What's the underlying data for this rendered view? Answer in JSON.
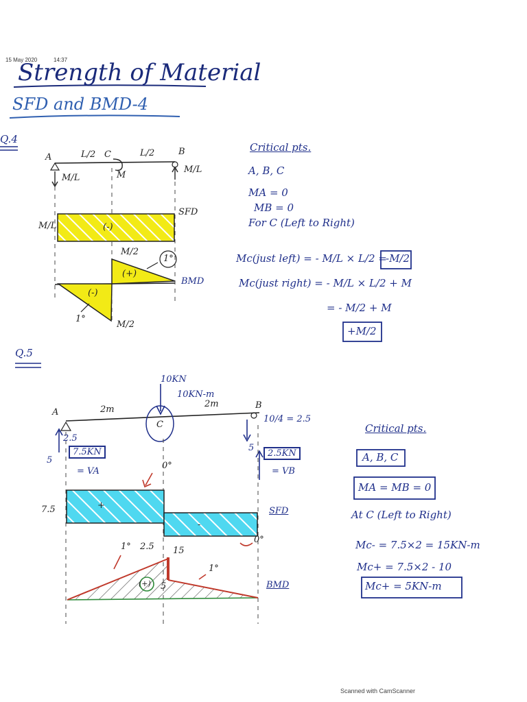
{
  "header": {
    "date": "15 May 2020",
    "time": "14:37",
    "title": "Strength of Material",
    "subtitle": "SFD and BMD-4"
  },
  "q4": {
    "label": "Q.4",
    "beam": {
      "point_a": "A",
      "point_b": "B",
      "point_c": "C",
      "span_left": "L/2",
      "span_right": "L/2",
      "moment": "M",
      "reaction_a": "M/L",
      "reaction_b": "M/L"
    },
    "sfd": {
      "name": "SFD",
      "value": "M/L",
      "sign": "(-)"
    },
    "bmd": {
      "name": "BMD",
      "top_value": "M/2",
      "bottom_value": "M/2",
      "pos_sign": "(+)",
      "neg_sign": "(-)",
      "degree_top": "1°",
      "degree_bottom": "1°"
    },
    "notes": {
      "heading": "Critical pts.",
      "points": "A, B, C",
      "ma": "MA = 0",
      "mb": "MB = 0",
      "for_c": "For C (Left to Right)",
      "mc_left": "Mc(just left) = - M/L × L/2 =",
      "mc_left_result": "-M/2",
      "mc_right": "Mc(just right) = - M/L × L/2 + M",
      "mc_right_step": "= - M/2 + M",
      "mc_right_result": "+M/2"
    }
  },
  "q5": {
    "label": "Q.5",
    "beam": {
      "point_a": "A",
      "point_b": "B",
      "point_c": "C",
      "span_left": "2m",
      "span_right": "2m",
      "point_load": "10KN",
      "moment": "10KN-m",
      "ra_value": "2.5",
      "ra_total": "7.5KN",
      "ra_name": "= VA",
      "ra_side": "5",
      "rb_value": "2.5",
      "rb_total": "2.5KN",
      "rb_name": "= VB",
      "rb_side": "5",
      "rb_calc": "10/4 = 2.5"
    },
    "sfd": {
      "name": "SFD",
      "left_value": "7.5",
      "pos_sign": "+",
      "neg_sign": "-",
      "degree_top": "0°",
      "degree_bottom": "0°"
    },
    "bmd": {
      "name": "BMD",
      "left_peak": "2.5",
      "peak": "15",
      "after_drop": "5",
      "sign": "(+)",
      "degree_left": "1°",
      "degree_right": "1°"
    },
    "notes": {
      "heading": "Critical pts.",
      "points": "A, B, C",
      "ma_mb": "MA = MB = 0",
      "at_c": "At C (Left to Right)",
      "mc_minus": "Mc- = 7.5×2 = 15KN-m",
      "mc_plus": "Mc+ = 7.5×2 - 10",
      "mc_plus_result": "Mc+ = 5KN-m"
    }
  },
  "footer": {
    "scanner": "Scanned with CamScanner"
  },
  "colors": {
    "ink_blue": "#1f2f8a",
    "highlight_yellow": "#f2ea16",
    "highlight_cyan": "#4fd8f0",
    "bmd_red": "#c0392b",
    "bmd_green": "#2e8b3a"
  }
}
